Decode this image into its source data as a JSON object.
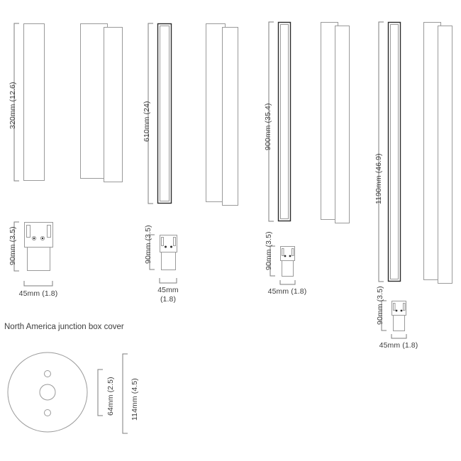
{
  "drawing": {
    "background_color": "#ffffff",
    "line_color": "#9a9a9a",
    "accent_line_color": "#2a2a2a",
    "text_color": "#3d3d3d",
    "units_note": "mm (inches)"
  },
  "product_groups": [
    {
      "id": "group-320",
      "height_label": "320mm (12.6)",
      "bracket_height_label": "90mm (3.5)",
      "width_label": "45mm (1.8)",
      "width_label_lines": [
        "45mm (1.8)"
      ],
      "profile_style": "light"
    },
    {
      "id": "group-610",
      "height_label": "610mm (24)",
      "bracket_height_label": "90mm (3.5)",
      "width_label": "45mm (1.8)",
      "width_label_lines": [
        "45mm",
        "(1.8)"
      ],
      "profile_style": "dark"
    },
    {
      "id": "group-900",
      "height_label": "900mm (35.4)",
      "bracket_height_label": "90mm (3.5)",
      "width_label": "45mm (1.8)",
      "width_label_lines": [
        "45mm (1.8)"
      ],
      "profile_style": "light"
    },
    {
      "id": "group-1190",
      "height_label": "1190mm (46.9)",
      "bracket_height_label": "90mm (3.5)",
      "width_label": "45mm (1.8)",
      "width_label_lines": [
        "45mm (1.8)"
      ],
      "profile_style": "dark"
    }
  ],
  "junction_box": {
    "title": "North America junction box cover",
    "inner_dimension_label": "64mm (2.5)",
    "outer_dimension_label": "114mm (4.5)"
  }
}
